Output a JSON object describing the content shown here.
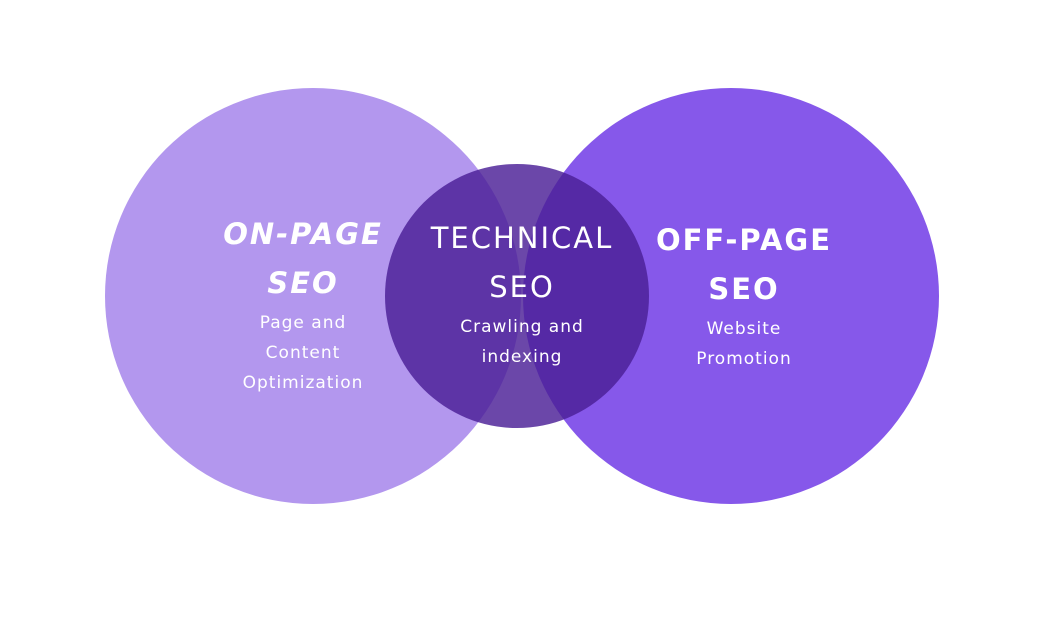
{
  "colors": {
    "background": "#ffffff",
    "left_circle": "#b397ee",
    "right_circle": "#8658ea",
    "center_circle": "#4a1f96",
    "text": "#ffffff"
  },
  "circles": {
    "left": {
      "title_lines": [
        "ON-PAGE",
        "SEO"
      ],
      "desc_lines": [
        "Page and",
        "Content",
        "Optimization"
      ]
    },
    "center": {
      "title_lines": [
        "TECHNICAL",
        "SEO"
      ],
      "desc_lines": [
        "Crawling and",
        "indexing"
      ]
    },
    "right": {
      "title_lines": [
        "OFF-PAGE",
        "SEO"
      ],
      "desc_lines": [
        "Website",
        "Promotion"
      ]
    }
  }
}
